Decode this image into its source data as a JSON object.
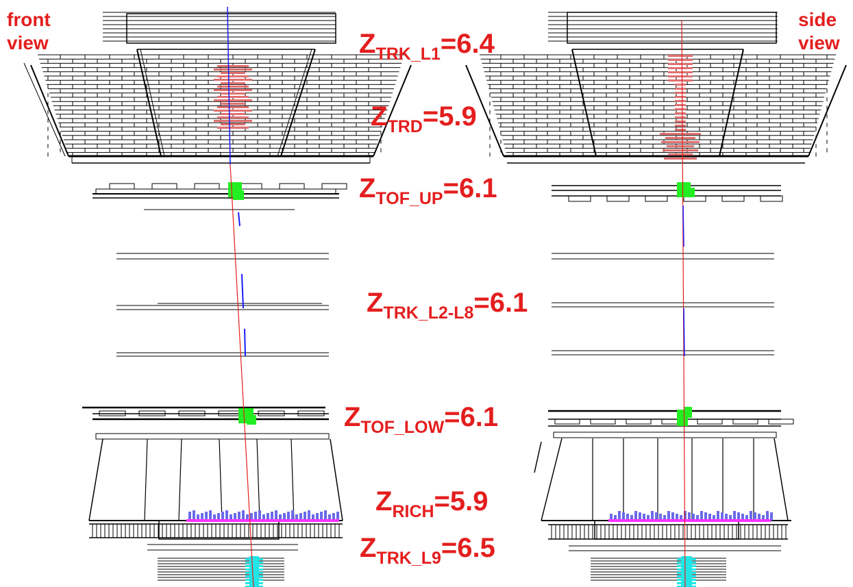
{
  "labels": {
    "front_line1": "front",
    "front_line2": "view",
    "side_line1": "side",
    "side_line2": "view"
  },
  "charges": [
    {
      "z": "Z",
      "sub": "TRK_L1",
      "eq": "=6.4"
    },
    {
      "z": "Z",
      "sub": "TRD",
      "eq": "=5.9"
    },
    {
      "z": "Z",
      "sub": "TOF_UP",
      "eq": "=6.1"
    },
    {
      "z": "Z",
      "sub": "TRK_L2-L8",
      "eq": "=6.1"
    },
    {
      "z": "Z",
      "sub": "TOF_LOW",
      "eq": "=6.1"
    },
    {
      "z": "Z",
      "sub": "RICH",
      "eq": "=5.9"
    },
    {
      "z": "Z",
      "sub": "TRK_L9",
      "eq": "=6.5"
    }
  ],
  "colors": {
    "text": "#e41e1e",
    "track": "#e41e1e",
    "track_blue": "#1a1aff",
    "trd_hits": "#e07070",
    "tof_hits": "#22ee22",
    "rich_hits": "#6a6ae8",
    "rich_ring": "#ff33ff",
    "tracker_l9_hits": "#22e6e6",
    "detector": "#000000"
  }
}
